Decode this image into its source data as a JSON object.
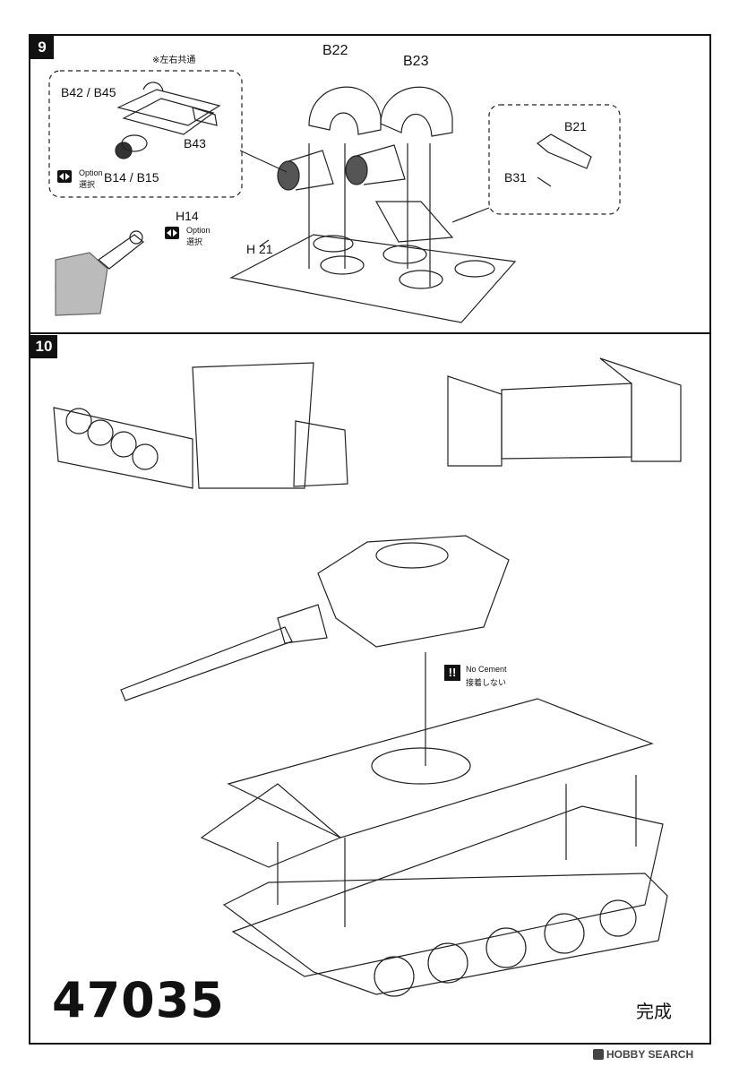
{
  "steps": [
    {
      "number": "9"
    },
    {
      "number": "10"
    }
  ],
  "step9": {
    "common_note": "※左右共通",
    "parts": {
      "b42_b45": "B42 / B45",
      "b43": "B43",
      "b14_b15": "B14 / B15",
      "b22": "B22",
      "b23": "B23",
      "b21": "B21",
      "b31": "B31",
      "h14": "H14",
      "h21": "H 21"
    },
    "option_en": "Option",
    "option_jp": "選択"
  },
  "step10": {
    "no_cement_en": "No Cement",
    "no_cement_jp": "接着しない"
  },
  "footer": {
    "model_number": "47035",
    "complete": "完成",
    "watermark": "HOBBY SEARCH"
  }
}
